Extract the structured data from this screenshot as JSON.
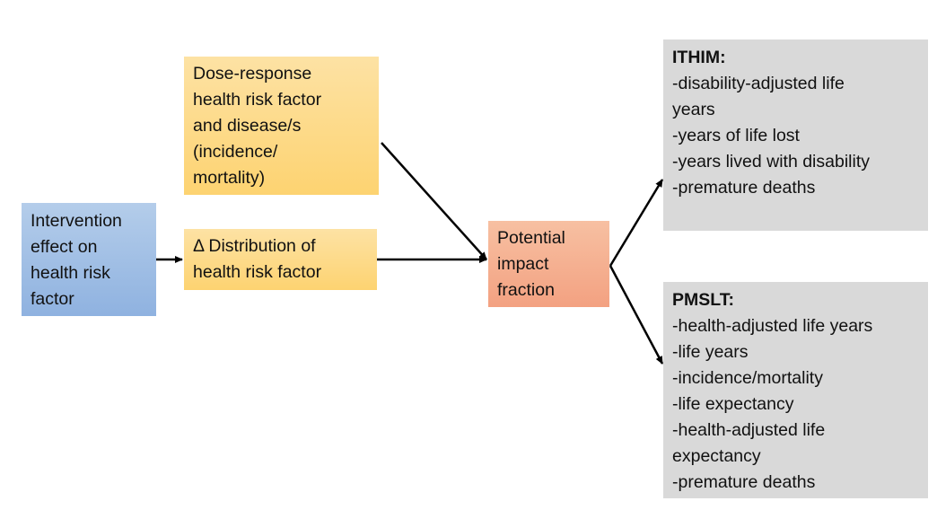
{
  "boxes": {
    "intervention": {
      "lines": [
        "Intervention",
        "effect on",
        "health risk",
        "factor"
      ],
      "color_top": "#b4cdea",
      "color_bottom": "#8fb2e0"
    },
    "dose_response": {
      "lines": [
        "Dose-response",
        "health risk factor",
        "and disease/s",
        "(incidence/",
        "mortality)"
      ],
      "color_top": "#fde2a4",
      "color_bottom": "#fdd371"
    },
    "distribution": {
      "lines": [
        "Δ Distribution of",
        "health risk factor"
      ],
      "color_top": "#fde2a4",
      "color_bottom": "#fdd371"
    },
    "pif": {
      "lines": [
        "Potential",
        "impact",
        "fraction"
      ],
      "color_top": "#f7c0a2",
      "color_bottom": "#f3a181"
    },
    "ithim": {
      "title": "ITHIM:",
      "lines": [
        "-disability-adjusted life",
        "years",
        "-years of life lost",
        "-years lived with disability",
        "-premature deaths"
      ],
      "color": "#d9d9d9"
    },
    "pmslt": {
      "title": "PMSLT:",
      "lines": [
        "-health-adjusted life years",
        "-life years",
        "-incidence/mortality",
        "-life expectancy",
        "-health-adjusted life",
        "expectancy",
        "-premature deaths"
      ],
      "color": "#d9d9d9"
    }
  },
  "edges": [
    {
      "from": "intervention",
      "to": "distribution"
    },
    {
      "from": "dose_response",
      "to": "pif"
    },
    {
      "from": "distribution",
      "to": "pif"
    },
    {
      "from": "pif",
      "to": "ithim"
    },
    {
      "from": "pif",
      "to": "pmslt"
    }
  ],
  "arrow_color": "#000000"
}
